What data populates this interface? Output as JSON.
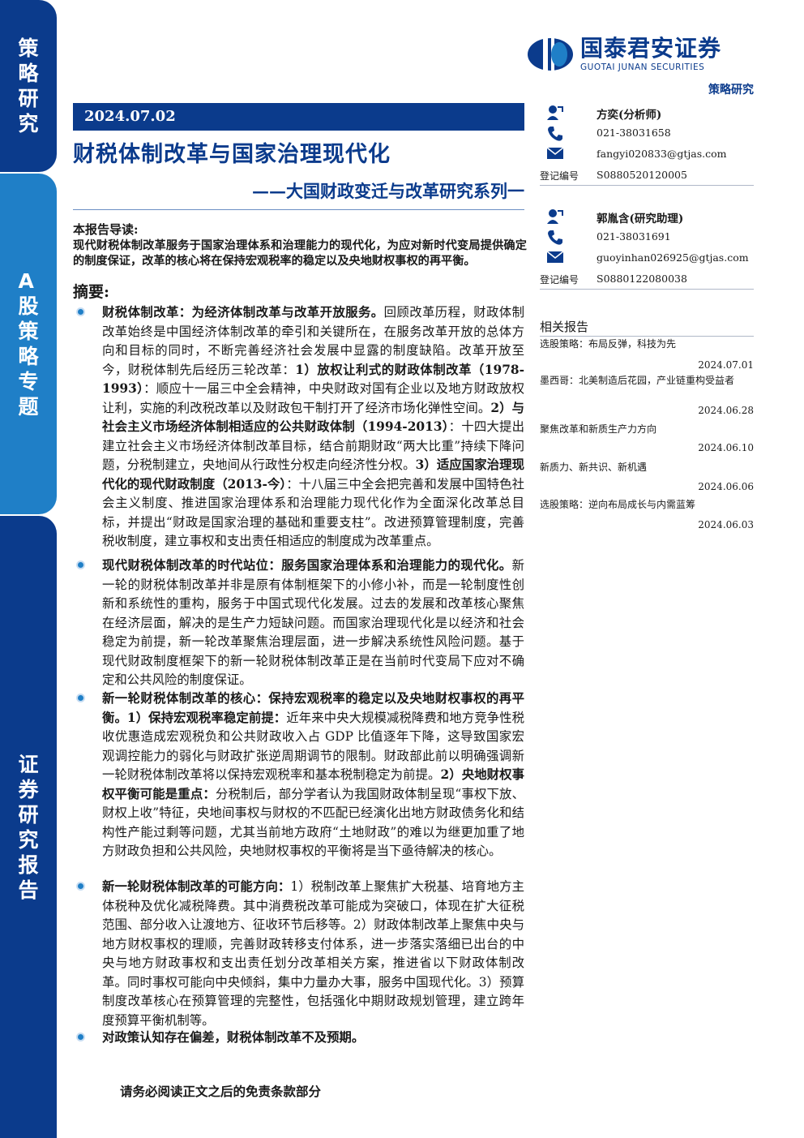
{
  "side_tabs": {
    "top": "策略研究",
    "middle": "A股策略专题",
    "bottom": "证券研究报告"
  },
  "header": {
    "logo_cn": "国泰君安证券",
    "logo_en": "GUOTAI JUNAN SECURITIES",
    "doc_type": "策略研究",
    "brand_color": "#0b3b8c"
  },
  "report": {
    "date": "2024.07.02",
    "title": "财税体制改革与国家治理现代化",
    "subtitle": "——大国财政变迁与改革研究系列一",
    "guide_label": "本报告导读:",
    "guide_text": "现代财税体制改革服务于国家治理体系和治理能力的现代化，为应对新时代变局提供确定的制度保证，改革的核心将在保持宏观税率的稳定以及央地财权事权的再平衡。",
    "abstract_label": "摘要:",
    "bullets": [
      {
        "p1": "财税体制改革：为经济体制改革与改革开放服务。",
        "p2": "回顾改革历程，财政体制改革始终是中国经济体制改革的牵引和关键所在，在服务改革开放的总体方向和目标的同时，不断完善经济社会发展中显露的制度缺陷。改革开放至今，财税体制先后经历三轮改革：",
        "p3": "1）放权让利式的财政体制改革（1978-1993）",
        "p4": "：顺应十一届三中全会精神，中央财政对国有企业以及地方财政放权让利，实施的利改税改革以及财政包干制打开了经济市场化弹性空间。",
        "p5": "2）与社会主义市场经济体制相适应的公共财政体制（1994-2013）",
        "p6": "：十四大提出建立社会主义市场经济体制改革目标，结合前期财政“两大比重”持续下降问题，分税制建立，央地间从行政性分权走向经济性分权。",
        "p7": "3）适应国家治理现代化的现代财政制度（2013-今）",
        "p8": "：十八届三中全会把完善和发展中国特色社会主义制度、推进国家治理体系和治理能力现代化作为全面深化改革总目标，并提出“财政是国家治理的基础和重要支柱”。改进预算管理制度，完善税收制度，建立事权和支出责任相适应的制度成为改革重点。"
      },
      {
        "p1": "现代财税体制改革的时代站位：服务国家治理体系和治理能力的现代化。",
        "p2": "新一轮的财税体制改革并非是原有体制框架下的小修小补，而是一轮制度性创新和系统性的重构，服务于中国式现代化发展。过去的发展和改革核心聚焦在经济层面，解决的是生产力短缺问题。而国家治理现代化是以经济和社会稳定为前提，新一轮改革聚焦治理层面，进一步解决系统性风险问题。基于现代财政制度框架下的新一轮财税体制改革正是在当前时代变局下应对不确定和公共风险的制度保证。"
      },
      {
        "p1": "新一轮财税体制改革的核心：保持宏观税率的稳定以及央地财权事权的再平衡。1）保持宏观税率稳定前提：",
        "p2": "近年来中央大规模减税降费和地方竞争性税收优惠造成宏观税负和公共财政收入占 GDP 比值逐年下降，这导致国家宏观调控能力的弱化与财政扩张逆周期调节的限制。财政部此前以明确强调新一轮财税体制改革将以保持宏观税率和基本税制稳定为前提。",
        "p3": "2）央地财权事权平衡可能是重点：",
        "p4": "分税制后，部分学者认为我国财政体制呈现“事权下放、财权上收”特征，央地间事权与财权的不匹配已经演化出地方财政债务化和结构性产能过剩等问题，尤其当前地方政府“土地财政”的难以为继更加重了地方财政负担和公共风险，央地财权事权的平衡将是当下亟待解决的核心。"
      },
      {
        "p1": "新一轮财税体制改革的可能方向：",
        "p2": "1）税制改革上聚焦扩大税基、培育地方主体税种及优化减税降费。其中消费税改革可能成为突破口，体现在扩大征税范围、部分收入让渡地方、征收环节后移等。2）财政体制改革上聚焦中央与地方财权事权的理顺，完善财政转移支付体系，进一步落实落细已出台的中央与地方财政事权和支出责任划分改革相关方案，推进省以下财政体制改革。同时事权可能向中央倾斜，集中力量办大事，服务中国现代化。3）预算制度改革核心在预算管理的完整性，包括强化中期财政规划管理，建立跨年度预算平衡机制等。"
      },
      {
        "p1": "对政策认知存在偏差，财税体制改革不及预期。"
      }
    ],
    "disclaimer": "请务必阅读正文之后的免责条款部分"
  },
  "analysts": [
    {
      "name": "方奕(分析师)",
      "phone": "021-38031658",
      "email": "fangyi020833@gtjas.com",
      "reg_label": "登记编号",
      "reg_no": "S0880520120005"
    },
    {
      "name": "郭胤含(研究助理)",
      "phone": "021-38031691",
      "email": "guoyinhan026925@gtjas.com",
      "reg_label": "登记编号",
      "reg_no": "S0880122080038"
    }
  ],
  "related": {
    "title": "相关报告",
    "items": [
      {
        "text": "选股策略：布局反弹，科技为先",
        "date": "2024.07.01"
      },
      {
        "text": "墨西哥：北美制造后花园，产业链重构受益者",
        "date": "2024.06.28"
      },
      {
        "text": "聚焦改革和新质生产力方向",
        "date": "2024.06.10"
      },
      {
        "text": "新质力、新共识、新机遇",
        "date": "2024.06.06"
      },
      {
        "text": "选股策略：逆向布局成长与内需蓝筹",
        "date": "2024.06.03"
      }
    ]
  }
}
